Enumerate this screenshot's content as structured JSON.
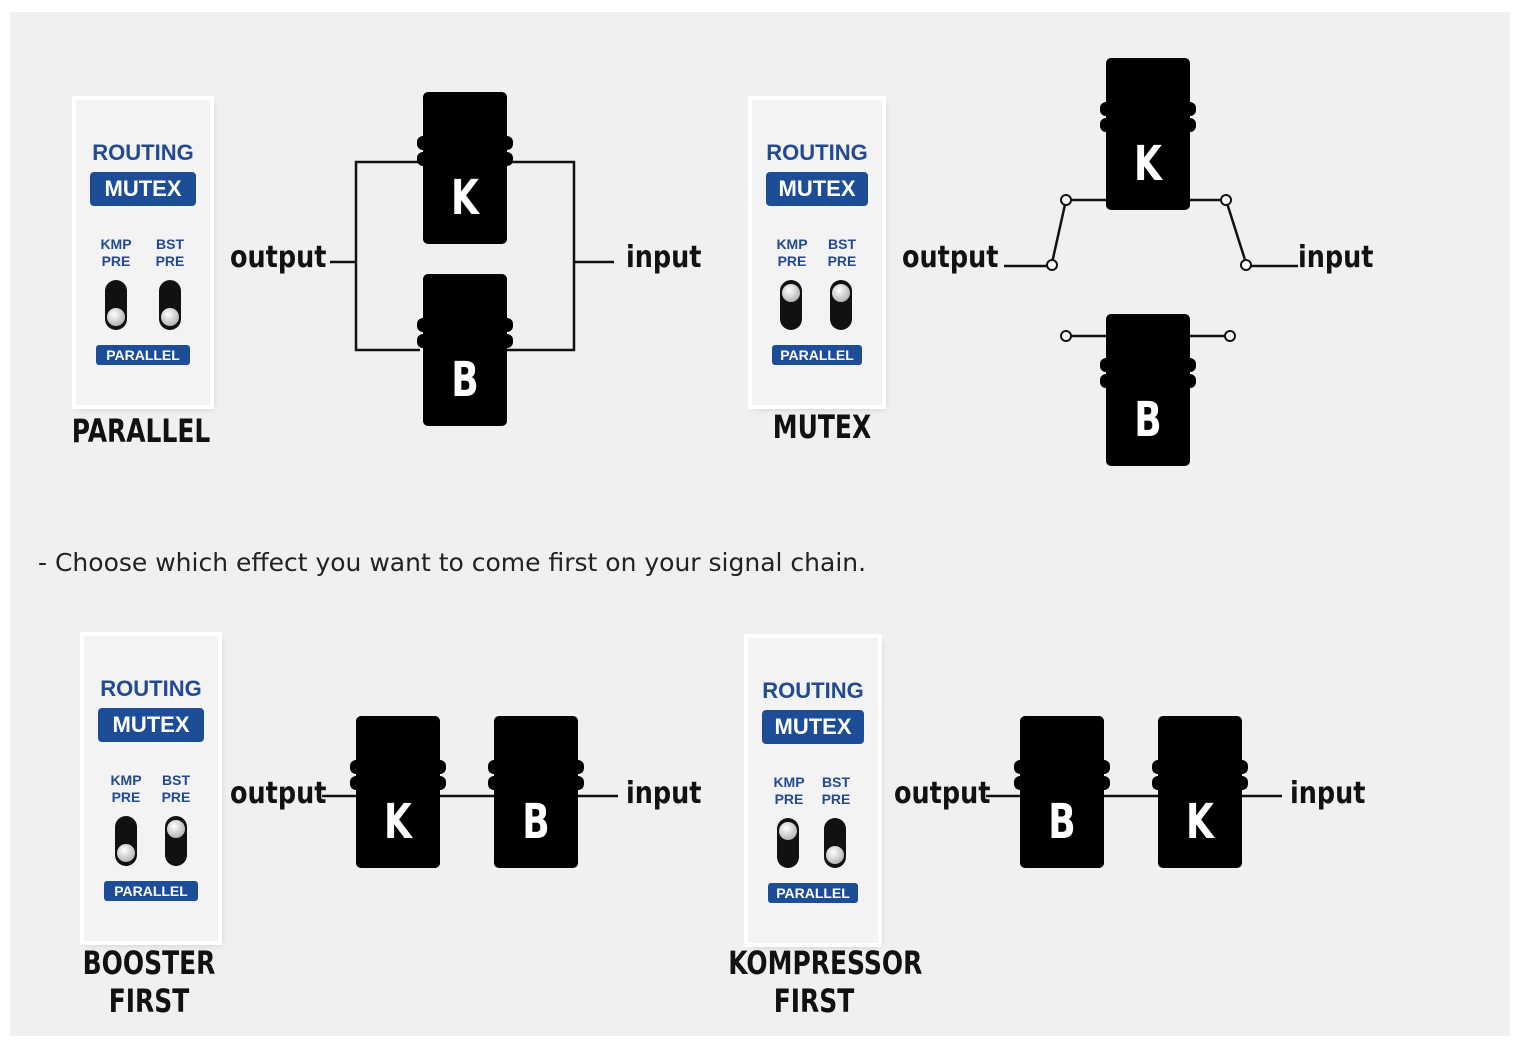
{
  "caption": "- Choose which effect you want to come first on your signal chain.",
  "panel": {
    "routing": "ROUTING",
    "mutex": "MUTEX",
    "kmp_line1": "KMP",
    "kmp_line2": "PRE",
    "bst_line1": "BST",
    "bst_line2": "PRE",
    "parallel": "PARALLEL"
  },
  "io": {
    "output": "output",
    "input": "input"
  },
  "diagrams": [
    {
      "mode_line1": "PARALLEL",
      "mode_line2": "",
      "pedals": [
        "K",
        "B"
      ]
    },
    {
      "mode_line1": "MUTEX",
      "mode_line2": "",
      "pedals": [
        "K",
        "B"
      ]
    },
    {
      "mode_line1": "BOOSTER",
      "mode_line2": "FIRST",
      "pedals": [
        "K",
        "B"
      ]
    },
    {
      "mode_line1": "KOMPRESSOR",
      "mode_line2": "FIRST",
      "pedals": [
        "B",
        "K"
      ]
    }
  ]
}
